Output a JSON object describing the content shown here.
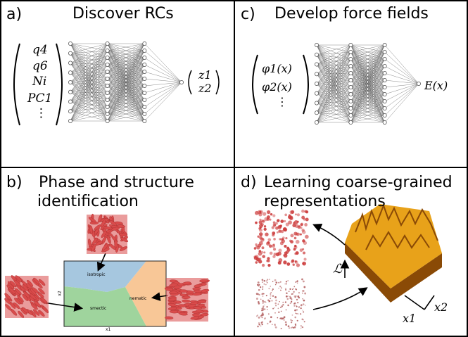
{
  "panels": {
    "a": {
      "letter": "a)",
      "title": "Discover RCs",
      "inputs": [
        "q4",
        "q6",
        "Ni",
        "PC1",
        "⋮"
      ],
      "outputs": [
        "z1",
        "z2"
      ]
    },
    "c": {
      "letter": "c)",
      "title": "Develop force fields",
      "inputs": [
        "φ1(x)",
        "φ2(x)",
        "⋮"
      ],
      "output": "E(x)"
    },
    "b": {
      "letter": "b)",
      "title_line1": "Phase and structure",
      "title_line2": "identification",
      "regions": {
        "isotropic": "isotropic",
        "nematic": "nematic",
        "smectic": "smectic"
      },
      "x_axis": "x1",
      "y_axis": "x2",
      "colors": {
        "isotropic": "#a6c7df",
        "nematic": "#f8c797",
        "smectic": "#9fd49d",
        "particle": "#d94b4b"
      }
    },
    "d": {
      "letter": "d)",
      "title_line1": "Learning coarse-grained",
      "title_line2": "representations",
      "scale_symbol": "ℒ",
      "axis1": "x1",
      "axis2": "x2",
      "colors": {
        "surface": "#e8a21a",
        "surface_dark": "#8a4a06"
      }
    }
  },
  "networks": {
    "a": {
      "layers": [
        9,
        12,
        12,
        1
      ]
    },
    "c": {
      "layers": [
        9,
        12,
        12,
        1
      ]
    }
  }
}
